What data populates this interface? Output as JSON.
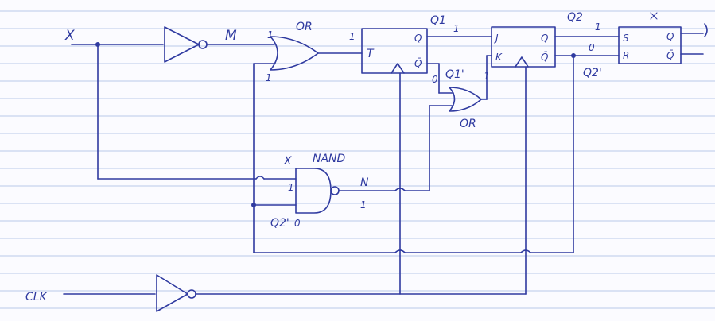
{
  "inputs": {
    "x": "X",
    "clk": "CLK"
  },
  "signals": {
    "m": "M",
    "n": "N",
    "q1": "Q1",
    "q1_bar": "Q1'",
    "q2": "Q2",
    "q2_bar": "Q2'",
    "q2_bar_nand": "Q2'",
    "nand_x": "X"
  },
  "gates": {
    "or_top": "OR",
    "or_mid": "OR",
    "nand": "NAND"
  },
  "flipflops": {
    "t": {
      "input": "T",
      "q": "Q",
      "qbar": "Q̄"
    },
    "jk": {
      "j": "J",
      "k": "K",
      "q": "Q",
      "qbar": "Q̄"
    },
    "sr": {
      "s": "S",
      "r": "R",
      "q": "Q",
      "qbar": "Q̄"
    }
  },
  "values": {
    "or_top_in_a": "1",
    "or_top_in_b": "1",
    "or_top_out": "1",
    "q1_val": "1",
    "q1bar_val": "0",
    "or_mid_out": "1",
    "q2_val": "1",
    "q2bar_val": "0",
    "nand_in": "1",
    "nand_out": "1",
    "q2bar_nand_val": "0"
  }
}
